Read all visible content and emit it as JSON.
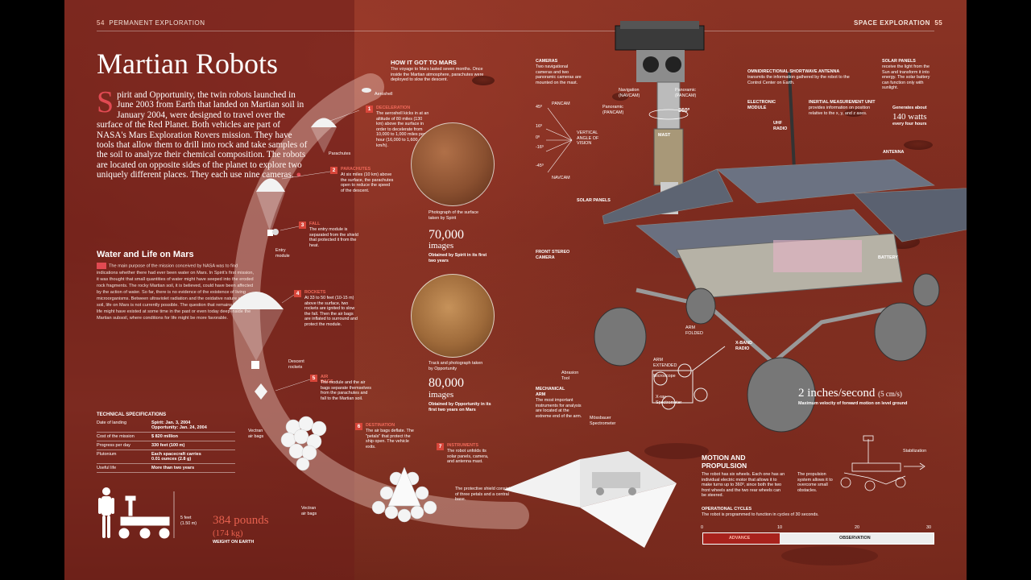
{
  "header": {
    "left_num": "54",
    "left_label": "PERMANENT EXPLORATION",
    "right_label": "SPACE EXPLORATION",
    "right_num": "55"
  },
  "title": "Martian Robots",
  "intro": {
    "dropcap": "S",
    "text": "pirit and Opportunity, the twin robots launched in June 2003 from Earth that landed on Martian soil in January 2004, were designed to travel over the surface of the Red Planet. Both vehicles are part of NASA's Mars Exploration Rovers mission. They have tools that allow them to drill into rock and take samples of the soil to analyze their chemical composition. The robots are located on opposite sides of the planet to explore two uniquely different places. They each use nine cameras."
  },
  "water": {
    "heading": "Water and Life on Mars",
    "text": "The main purpose of the mission conceived by NASA was to find indications whether there had ever been water on Mars. In Spirit's first mission, it was thought that small quantities of water might have seeped into the eroded rock fragments. The rocky Martian soil, it is believed, could have been affected by the action of water. So far, there is no evidence of the existence of living microorganisms. Between ultraviolet radiation and the oxidative nature of the soil, life on Mars is not currently possible. The question that remains is whether life might have existed at some time in the past or even today deep inside the Martian subsoil, where conditions for life might be more favorable."
  },
  "specs": {
    "heading": "TECHNICAL SPECIFICATIONS",
    "rows": [
      {
        "k": "Date of landing",
        "v": "Spirit: Jan. 3, 2004\nOpportunity: Jan. 24, 2004"
      },
      {
        "k": "Cost of the mission",
        "v": "$ 820 million"
      },
      {
        "k": "Progress per day",
        "v": "330 feet (100 m)"
      },
      {
        "k": "Plutonium",
        "v": "Each spacecraft carries\n0.01 ounces (2.8 g)"
      },
      {
        "k": "Useful life",
        "v": "More than two years"
      }
    ]
  },
  "scale": {
    "height_ft": "5 feet",
    "height_m": "(1.50 m)",
    "weight_lb": "384 pounds",
    "weight_kg": "(174 kg)",
    "weight_label": "WEIGHT ON EARTH"
  },
  "landing": {
    "heading": "HOW IT GOT TO MARS",
    "text": "The voyage to Mars lasted seven months. Once inside the Martian atmosphere, parachutes were deployed to slow the descent.",
    "aeroshell": "Aeroshell",
    "parachutes": "Parachutes",
    "entry_module": "Entry module",
    "descent_rockets": "Descent rockets",
    "vectran1": "Vectran air bags",
    "vectran2": "Vectran air bags",
    "shield": "The protective shield consists of three petals and a central base.",
    "steps": [
      {
        "n": "1",
        "title": "DECELERATION",
        "text": "The aeroshell kicks in at an altitude of 80 miles (130 km) above the surface in order to decelerate from 10,000 to 1,000 miles per hour (16,000 to 1,600 km/h)."
      },
      {
        "n": "2",
        "title": "PARACHUTES",
        "text": "At six miles (10 km) above the surface, the parachutes open to reduce the speed of the descent."
      },
      {
        "n": "3",
        "title": "FALL",
        "text": "The entry module is separated from the shield that protected it from the heat."
      },
      {
        "n": "4",
        "title": "ROCKETS",
        "text": "At 33 to 50 feet (10-15 m) above the surface, two rockets are ignited to slow the fall. Then the air bags are inflated to surround and protect the module."
      },
      {
        "n": "5",
        "title": "AIR BAGS",
        "text": "The module and the air bags separate themselves from the parachutes and fall to the Martian soil."
      },
      {
        "n": "6",
        "title": "DESTINATION",
        "text": "The air bags deflate. The \"petals\" that protect the ship open. The vehicle exits."
      },
      {
        "n": "7",
        "title": "INSTRUMENTS",
        "text": "The robot unfolds its solar panels, camera, and antenna mast."
      }
    ]
  },
  "photos": {
    "spirit_caption": "Photograph of the surface taken by Spirit",
    "spirit_count": "70,000",
    "spirit_unit": "images",
    "spirit_note": "Obtained by Spirit in its first two years",
    "opp_caption": "Track and photograph taken by Opportunity",
    "opp_count": "80,000",
    "opp_unit": "images",
    "opp_note": "Obtained by Opportunity in its first two years on Mars"
  },
  "rover": {
    "cameras_h": "CAMERAS",
    "cameras_t": "Two navigational cameras and two panoramic cameras are mounted on the mast.",
    "pancam_left": "PANCAM",
    "navcam_bottom": "NAVCAM",
    "angles": [
      "45º",
      "16º",
      "0º",
      "-16º",
      "-45º"
    ],
    "vert_angle": "VERTICAL ANGLE OF VISION",
    "nav_label": "Navigation (NAVCAM)",
    "pan_label1": "Panoramic (PANCAM)",
    "pan_label2": "Panoramic (PANCAM)",
    "deg360": "360º",
    "mast": "MAST",
    "omni_h": "OMNIDIRECTIONAL SHORTWAVE ANTENNA",
    "omni_t": "transmits the information gathered by the robot to the Control Center on Earth.",
    "electronic": "ELECTRONIC MODULE",
    "uhf": "UHF RADIO",
    "imu_h": "INERTIAL MEASUREMENT UNIT",
    "imu_t": "provides information on position relative to the x, y, and z axes.",
    "solar_h": "SOLAR PANELS",
    "solar_t": "receive the light from the Sun and transform it into energy. The solar battery can function only with sunlight.",
    "generates": "Generates about",
    "watts": "140 watts",
    "every4": "every four hours",
    "antenna": "ANTENNA",
    "solar_panels": "SOLAR PANELS",
    "front_cam": "FRONT STEREO CAMERA",
    "battery": "BATTERY",
    "arm_folded": "ARM FOLDED",
    "xband": "X-BAND RADIO",
    "arm_extended": "ARM EXTENDED",
    "abrasion": "Abrasion Tool",
    "microscope": "Microscope",
    "xray": "X-ray Spectrometer",
    "mossbauer": "Mössbauer Spectrometer",
    "mech_h": "MECHANICAL ARM",
    "mech_t": "The most important instruments for analysis are located at the extreme end of the arm.",
    "speed": "2 inches/second",
    "speed_cm": "(5 cm/s)",
    "speed_note": "Maximum velocity of forward motion on level ground"
  },
  "motion": {
    "heading1": "MOTION AND",
    "heading2": "PROPULSION",
    "text": "The robot has six wheels. Each one has an individual electric motor that allows it to make turns up to 360º, since both the two front wheels and the two rear wheels can be steered.",
    "propulsion": "The propulsion system allows it to overcome small obstacles.",
    "stabilization": "Stabilization",
    "cycles_h": "OPERATIONAL CYCLES",
    "cycles_t": "The robot is programmed to function in cycles of 30 seconds.",
    "ticks": [
      "0",
      "10",
      "20",
      "30"
    ],
    "advance": "ADVANCE",
    "observation": "OBSERVATION",
    "cycle_advance_sec": 10,
    "cycle_total_sec": 30
  }
}
